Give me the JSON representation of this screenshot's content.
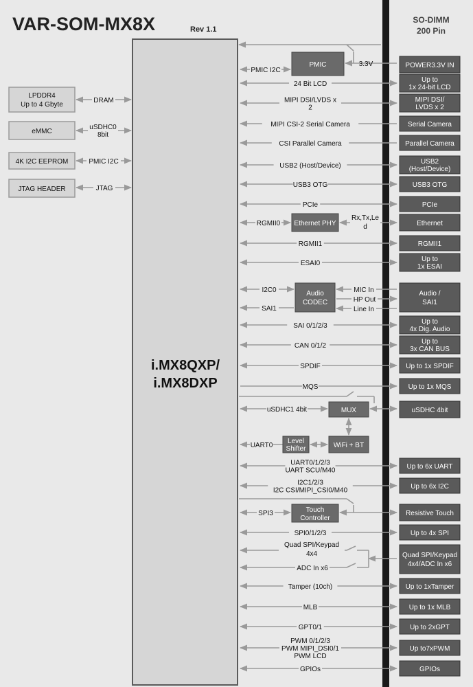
{
  "header": {
    "title": "VAR-SOM-MX8X",
    "revision": "Rev 1.1",
    "connector_line1": "SO-DIMM",
    "connector_line2": "200 Pin"
  },
  "soc": {
    "line1": "i.MX8QXP/",
    "line2": "i.MX8DXP"
  },
  "left_blocks": [
    {
      "lines": [
        "LPDDR4",
        "Up to 4 Gbyte"
      ],
      "bus": [
        "DRAM"
      ]
    },
    {
      "lines": [
        "eMMC"
      ],
      "bus": [
        "uSDHC0",
        "8bit"
      ]
    },
    {
      "lines": [
        "4K I2C EEPROM"
      ],
      "bus": [
        "PMIC I2C"
      ]
    },
    {
      "lines": [
        "JTAG HEADER"
      ],
      "bus": [
        "JTAG"
      ]
    }
  ],
  "inner_blocks": {
    "pmic": "PMIC",
    "ethernet_phy": "Ethernet PHY",
    "audio_codec": [
      "Audio",
      "CODEC"
    ],
    "mux": "MUX",
    "level_shifter": [
      "Level",
      "Shifter"
    ],
    "wifi_bt": "WiFi + BT",
    "touch_controller": [
      "Touch",
      "Controller"
    ]
  },
  "signals": {
    "v33": "3.3V",
    "pmic_i2c": "PMIC I2C",
    "rgmii0": "RGMII0",
    "rx_tx_led": [
      "Rx,Tx,Le",
      "d"
    ],
    "i2c0": "I2C0",
    "sai1": "SAI1",
    "mic_in": "MIC In",
    "hp_out": "HP Out",
    "line_in": "Line In",
    "usdhc1": "uSDHC1 4bit",
    "uart0": "UART0",
    "spi3": "SPI3"
  },
  "rows": [
    {
      "bus": [
        "24 Bit LCD"
      ],
      "pin": [
        "Up to",
        "1x 24-bit LCD"
      ]
    },
    {
      "bus": [
        "MIPI DSI/LVDS x",
        "2"
      ],
      "pin": [
        "MIPI DSI/",
        "LVDS x 2"
      ]
    },
    {
      "bus": [
        "MIPI CSI-2 Serial Camera"
      ],
      "pin": [
        "Serial Camera"
      ]
    },
    {
      "bus": [
        "CSI Parallel Camera"
      ],
      "pin": [
        "Parallel Camera"
      ]
    },
    {
      "bus": [
        "USB2 (Host/Device)"
      ],
      "pin": [
        "USB2",
        "(Host/Device)"
      ]
    },
    {
      "bus": [
        "USB3 OTG"
      ],
      "pin": [
        "USB3 OTG"
      ]
    },
    {
      "bus": [
        "PCIe"
      ],
      "pin": [
        "PCIe"
      ]
    },
    {
      "bus": [
        "RGMII1"
      ],
      "pin": [
        "RGMII1"
      ]
    },
    {
      "bus": [
        "ESAI0"
      ],
      "pin": [
        "Up to",
        "1x ESAI"
      ]
    },
    {
      "bus": [
        "SAI 0/1/2/3"
      ],
      "pin": [
        "Up to",
        "4x Dig. Audio"
      ]
    },
    {
      "bus": [
        "CAN 0/1/2"
      ],
      "pin": [
        "Up to",
        "3x CAN BUS"
      ]
    },
    {
      "bus": [
        "SPDIF"
      ],
      "pin": [
        "Up to 1x SPDIF"
      ]
    },
    {
      "bus": [
        "MQS"
      ],
      "pin": [
        "Up to 1x MQS"
      ]
    },
    {
      "bus": [
        "UART0/1/2/3",
        "UART SCU/M40"
      ],
      "pin": [
        "Up to 6x UART"
      ]
    },
    {
      "bus": [
        "I2C1/2/3",
        "I2C CSI/MIPI_CSI0/M40"
      ],
      "pin": [
        "Up to 6x I2C"
      ]
    },
    {
      "bus": [
        "SPI0/1/2/3"
      ],
      "pin": [
        "Up to 4x SPI"
      ]
    },
    {
      "bus": [
        "Tamper (10ch)"
      ],
      "pin": [
        "Up to 1xTamper"
      ]
    },
    {
      "bus": [
        "MLB"
      ],
      "pin": [
        "Up to 1x MLB"
      ]
    },
    {
      "bus": [
        "GPT0/1"
      ],
      "pin": [
        "Up to 2xGPT"
      ]
    },
    {
      "bus": [
        "PWM 0/1/2/3",
        "PWM MIPI_DSI0/1",
        "PWM LCD"
      ],
      "pin": [
        "Up to7xPWM"
      ]
    },
    {
      "bus": [
        "GPIOs"
      ],
      "pin": [
        "GPIOs"
      ]
    }
  ],
  "special_pins": {
    "power": [
      "POWER3.3V IN"
    ],
    "ethernet": [
      "Ethernet"
    ],
    "audio": [
      "Audio /",
      "SAI1"
    ],
    "usdhc": [
      "uSDHC 4bit"
    ],
    "touch": [
      "Resistive Touch"
    ],
    "quad_spi": [
      "Quad SPI/Keypad",
      "4x4/ADC In x6"
    ]
  },
  "quad_spi_bus": {
    "top": [
      "Quad SPI/Keypad",
      "4x4"
    ],
    "bottom": [
      "ADC In x6"
    ]
  },
  "colors": {
    "background": "#e9e9e9",
    "soc_fill": "#d6d6d6",
    "pin_fill": "#5a5a5a",
    "block_fill": "#6a6a6a",
    "line": "#9a9a9a",
    "bar": "#1a1a1a"
  }
}
